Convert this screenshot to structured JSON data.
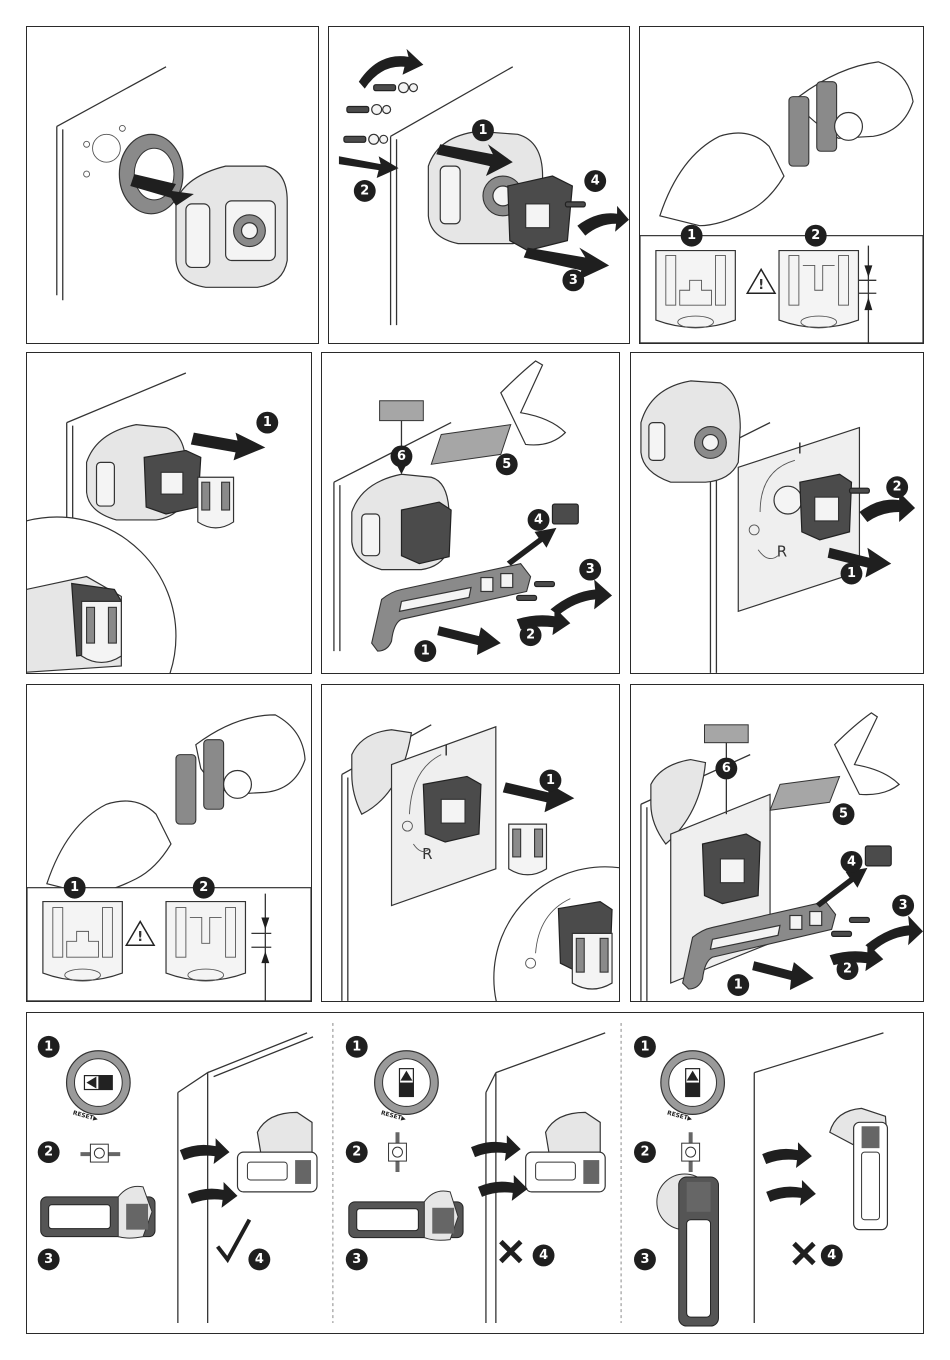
{
  "panels": [
    {
      "id": "p1",
      "labels": []
    },
    {
      "id": "p2",
      "labels": [
        "1",
        "2",
        "3",
        "4"
      ]
    },
    {
      "id": "p3",
      "labels": [
        "1",
        "2"
      ]
    },
    {
      "id": "p4",
      "labels": [
        "1"
      ]
    },
    {
      "id": "p5",
      "labels": [
        "1",
        "2",
        "3",
        "4",
        "5",
        "6"
      ]
    },
    {
      "id": "p6",
      "labels": [
        "1",
        "2"
      ],
      "dial_marks": [
        "I",
        "R"
      ]
    },
    {
      "id": "p7",
      "labels": [
        "1",
        "2"
      ]
    },
    {
      "id": "p8",
      "labels": [
        "1"
      ],
      "dial_marks": [
        "I",
        "R"
      ]
    },
    {
      "id": "p9",
      "labels": [
        "1",
        "2",
        "3",
        "4",
        "5",
        "6"
      ]
    }
  ],
  "bottom_sections": [
    {
      "id": "s1",
      "labels": [
        "1",
        "2",
        "3",
        "4"
      ],
      "reset_text": "RESET▶",
      "result": "check-icon"
    },
    {
      "id": "s2",
      "labels": [
        "1",
        "2",
        "3",
        "4"
      ],
      "reset_text": "RESET▶",
      "result": "cross-icon"
    },
    {
      "id": "s3",
      "labels": [
        "1",
        "2",
        "3",
        "4"
      ],
      "reset_text": "RESET▶",
      "result": "cross-icon"
    }
  ],
  "warning_symbol": "!",
  "colors": {
    "badge": "#1f1f1f",
    "dark_part": "#4b4b4b",
    "housing": "#e6e6e6"
  }
}
